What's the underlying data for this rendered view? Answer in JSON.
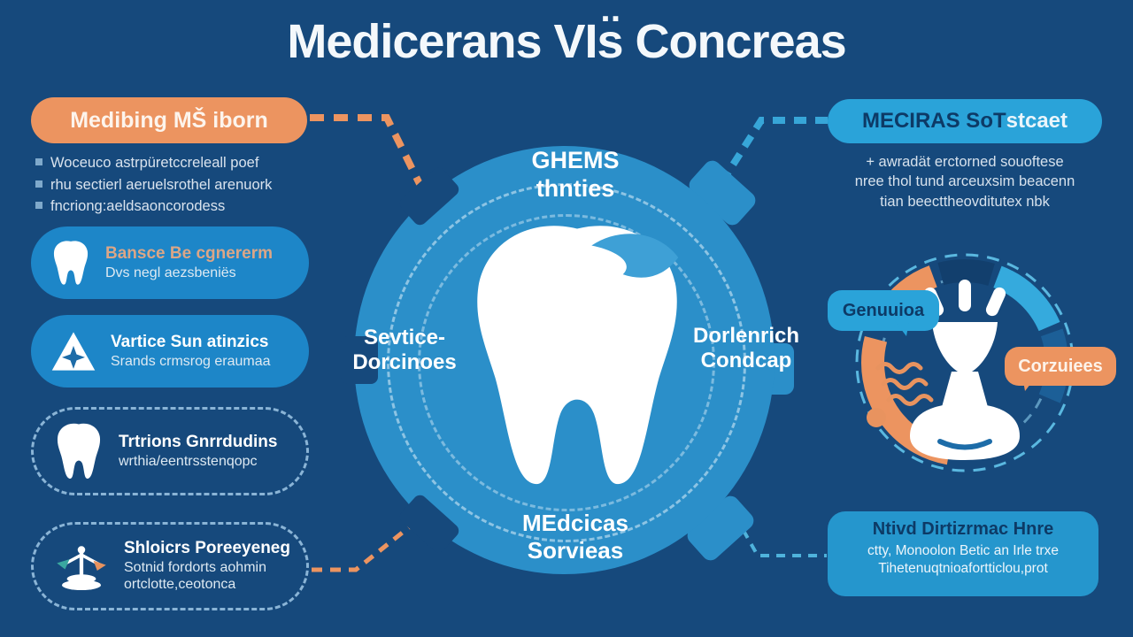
{
  "title": "Medicerans VIs̈ Concreas",
  "colors": {
    "background": "#16497c",
    "orange_accent": "#ec9460",
    "light_blue_accent": "#2aa3d9",
    "mid_blue_card": "#1d86c8",
    "circle_blue": "#2b8fc9",
    "navy_text": "#0d3a66",
    "tan_text": "#dba687"
  },
  "left": {
    "header": "Medibing MŠ iborn",
    "bullets": [
      "Woceuco astrpüretccreleall poef",
      "rhu sectierl aeruelsrothel arenuork",
      "fncriong:aeldsaoncorodess"
    ],
    "cards": [
      {
        "icon": "tooth-icon",
        "title": "Bansce Be cgnererm",
        "subtitle": "Dvs negl aezsbeniës"
      },
      {
        "icon": "warning-triangle-icon",
        "title": "Vartice Sun atinzics",
        "subtitle": "Srands crmsrog eraumaa"
      },
      {
        "icon": "tooth-icon",
        "title": "Trtrions Gnrrdudins",
        "subtitle": "wrthia/eentrsstenqopc"
      },
      {
        "icon": "scales-icon",
        "title": "Shloicrs Poreeyeneg",
        "subtitle": "Sotnid fordorts aohmin",
        "subtitle2": "ortclotte,ceotonca"
      }
    ]
  },
  "center": {
    "icon": "tooth-icon",
    "labels": {
      "top": [
        "GHEMS",
        "thnties"
      ],
      "left": [
        "Sevtice-",
        "Dorcinoes"
      ],
      "right": [
        "Dorlenrich",
        "Condcap"
      ],
      "bottom": [
        "MEdcicas",
        "Sorvieas"
      ]
    }
  },
  "right": {
    "header_dark": "MECIRAS SoT",
    "header_light": "stcaet",
    "paragraph": [
      "+ awradät erctorned souoftese",
      "nree thol tund arceuxsim beacenn",
      "tian beecttheovditutex nbk"
    ],
    "ring_icon": "pawn-icon",
    "bubble_blue": "Genuuioa",
    "bubble_orange": "Corzuiees",
    "box": {
      "title": "Ntivd Dirtizrmac Hnre",
      "line1": "ctty, Monoolon Betic an Irle trxe",
      "line2": "Tihetenuqtnioafortticlou,prot"
    }
  }
}
